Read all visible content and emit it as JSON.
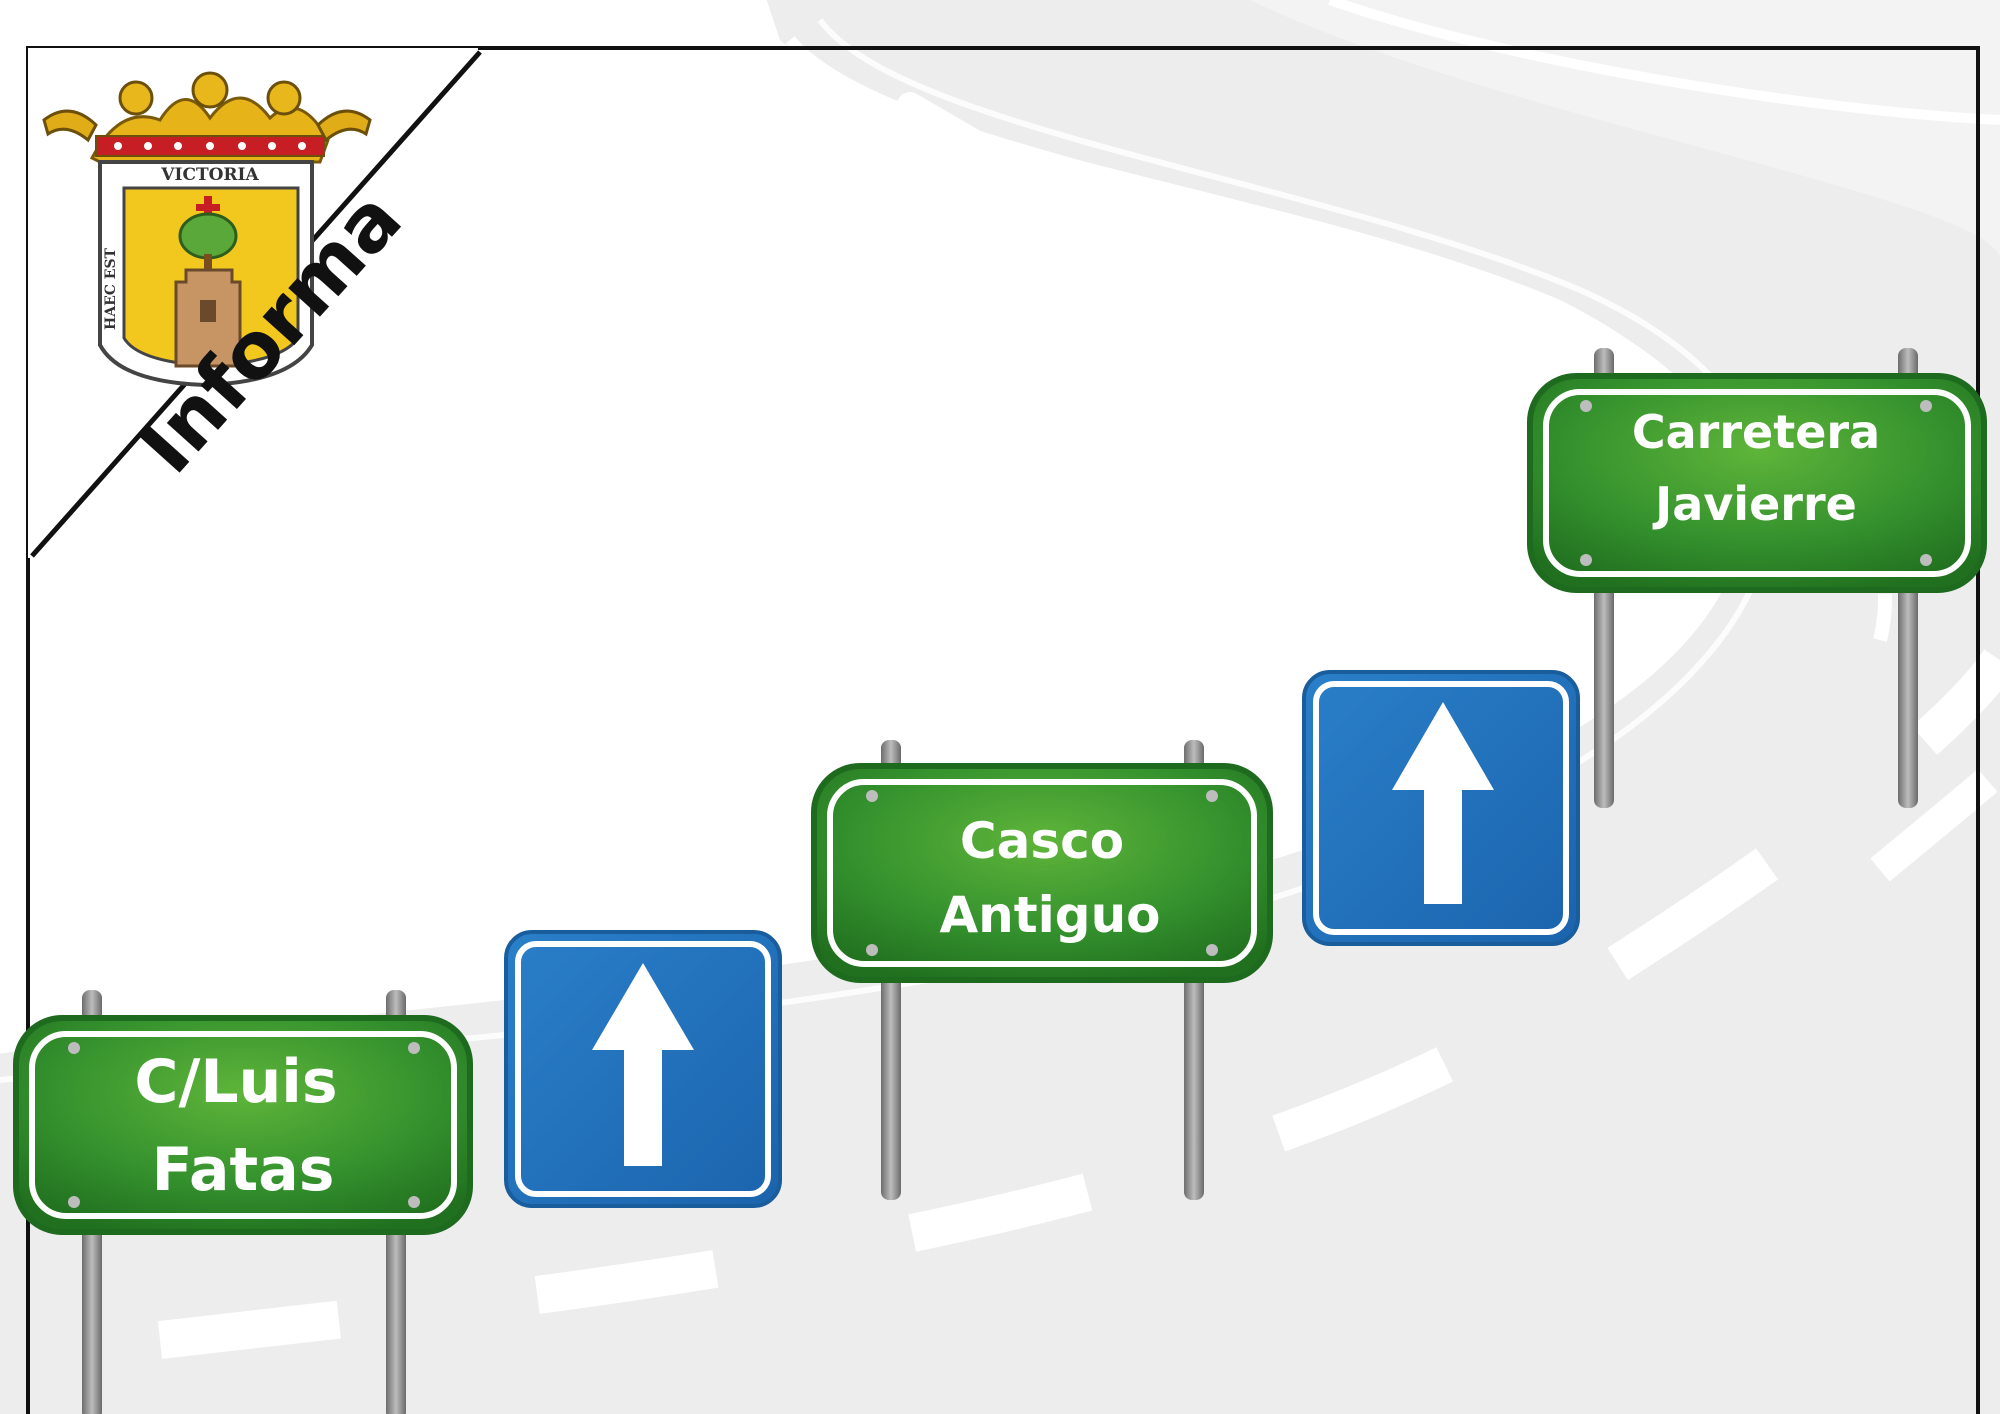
{
  "banner": {
    "label": "Informa",
    "crest_motto_top": "VICTORIA",
    "crest_motto_side": "HAEC EST"
  },
  "signs": [
    {
      "line1": "C/Luis",
      "line2": "Fatas"
    },
    {
      "line1": "Casco",
      "line2": "Antiguo"
    },
    {
      "line1": "Carretera",
      "line2": "Javierre"
    }
  ],
  "arrows": [
    {
      "icon": "one-way-arrow-up-icon"
    },
    {
      "icon": "one-way-arrow-up-icon"
    }
  ],
  "colors": {
    "sign_green": "#2f8a2c",
    "arrow_blue": "#1f6fb8",
    "road_gray": "#ececec",
    "crest_yellow": "#f2c81e"
  }
}
